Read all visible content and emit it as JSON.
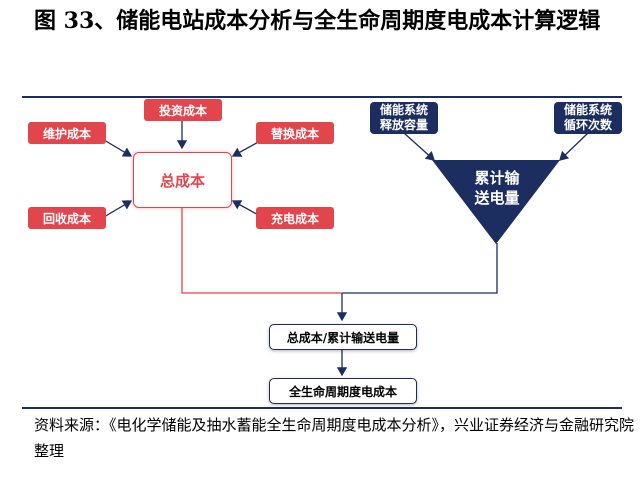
{
  "title": "图 33、储能电站成本分析与全生命周期度电成本计算逻辑",
  "diagram": {
    "cost_nodes": {
      "investment": "投资成本",
      "maintenance": "维护成本",
      "replacement": "替换成本",
      "recovery": "回收成本",
      "charging": "充电成本"
    },
    "total_cost": "总成本",
    "storage_capacity": [
      "储能系统",
      "释放容量"
    ],
    "cycle_count": [
      "储能系统",
      "循环次数"
    ],
    "cumulative": [
      "累计输",
      "送电量"
    ],
    "ratio": "总成本/累计输送电量",
    "lcoe": "全生命周期度电成本"
  },
  "colors": {
    "red": "#e3454d",
    "navy": "#1c2d5f"
  },
  "source": "资料来源：《电化学储能及抽水蓄能全生命周期度电成本分析》，兴业证券经济与金融研究院整理"
}
